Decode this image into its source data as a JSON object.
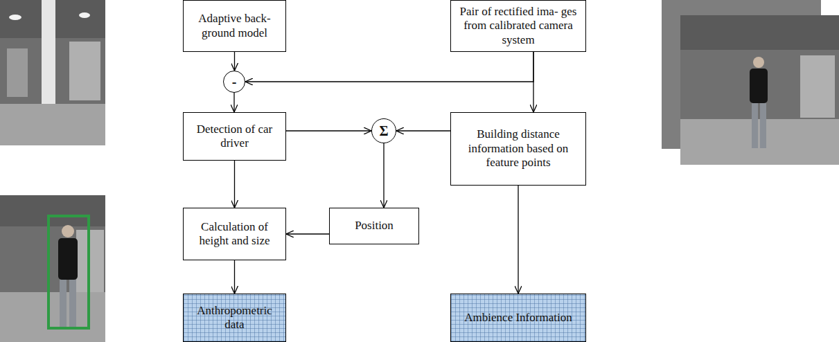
{
  "diagram": {
    "nodes": [
      {
        "text": [
          "Adaptive back- ground model"
        ]
      },
      {
        "text": [
          "Pair of rectified ima- ges from calibrated camera system"
        ]
      },
      {
        "text": [
          "-"
        ]
      },
      {
        "text": [
          "Detection of car driver"
        ]
      },
      {
        "text": [
          "Σ"
        ]
      },
      {
        "text": [
          "Building distance information based on feature points"
        ]
      },
      {
        "text": [
          "Calculation of height and size"
        ]
      },
      {
        "text": [
          "Position"
        ]
      },
      {
        "text": [
          "Anthropometric data"
        ]
      },
      {
        "text": [
          "Ambience Information"
        ]
      }
    ],
    "edges": [
      {
        "from": 0,
        "to": 2,
        "arrow": "to"
      },
      {
        "from": 1,
        "to": 2,
        "arrow": "to"
      },
      {
        "from": 1,
        "to": 5,
        "arrow": "to"
      },
      {
        "from": 2,
        "to": 3,
        "arrow": "to"
      },
      {
        "from": 3,
        "to": 4,
        "arrow": "to"
      },
      {
        "from": 5,
        "to": 4,
        "arrow": "to"
      },
      {
        "from": 4,
        "to": 7,
        "arrow": "to"
      },
      {
        "from": 7,
        "to": 6,
        "arrow": "to"
      },
      {
        "from": 3,
        "to": 6,
        "arrow": "to"
      },
      {
        "from": 6,
        "to": 8,
        "arrow": "to"
      },
      {
        "from": 5,
        "to": 9,
        "arrow": "to"
      }
    ]
  }
}
